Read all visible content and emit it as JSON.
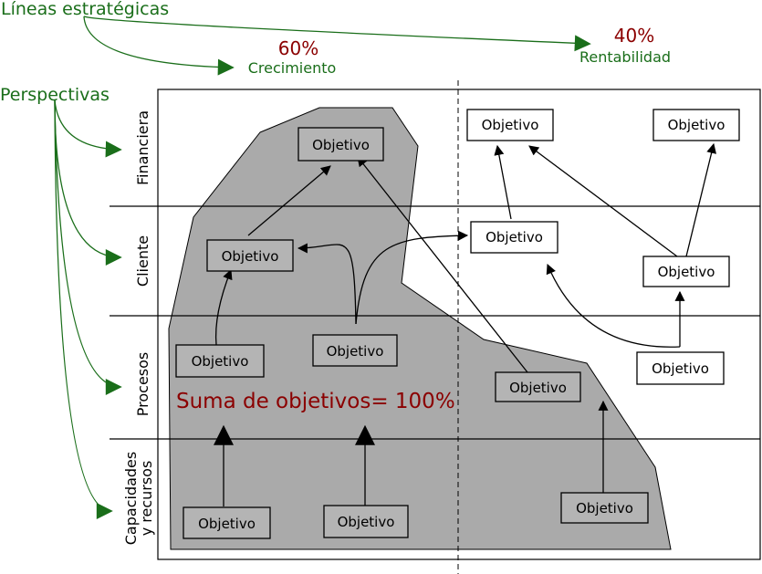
{
  "header": {
    "strategic_lines_label": "Líneas estratégicas",
    "perspectives_label": "Perspectivas",
    "growth_percent": "60%",
    "growth_label": "Crecimiento",
    "profit_percent": "40%",
    "profit_label": "Rentabilidad"
  },
  "perspectives": [
    "Financiera",
    "Cliente",
    "Procesos",
    [
      "Capacidades",
      "y recursos"
    ]
  ],
  "objective_label": "Objetivo",
  "sum_label": "Suma de objetivos= 100%",
  "colors": {
    "green": "#1a6e1a",
    "dark_red": "#8b0000",
    "region_fill": "#aaaaaa",
    "grey_box": "#b4b4b4",
    "white_box": "#ffffff",
    "line": "#000000"
  }
}
